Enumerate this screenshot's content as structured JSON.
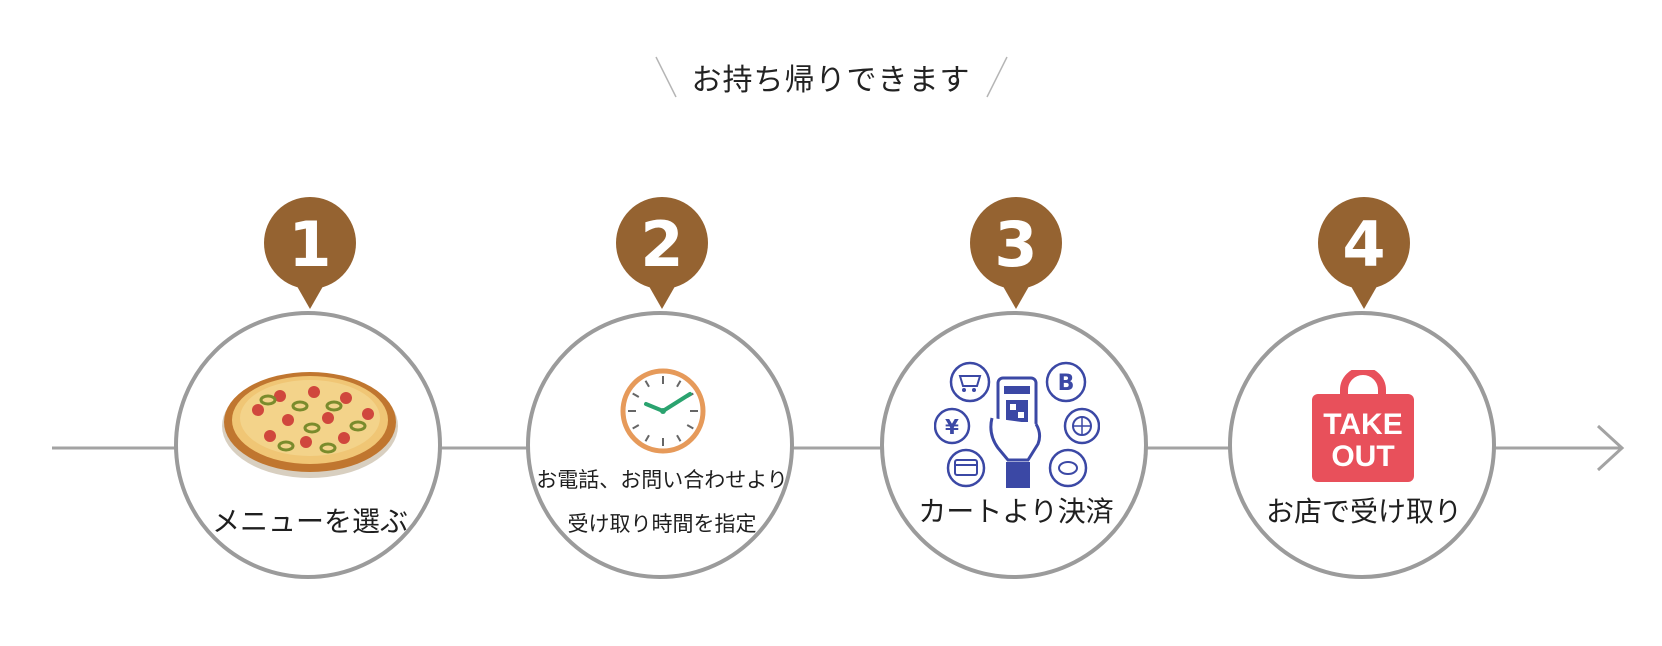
{
  "heading": {
    "text": "お持ち帰りできます"
  },
  "colors": {
    "badge": "#956331",
    "circle_border": "#9b9b9b",
    "line": "#a3a3a3",
    "takeout_bag": "#e8505b",
    "payment_blue": "#3b48a5",
    "clock_rim": "#e69a5a",
    "clock_hand": "#2aa36f"
  },
  "steps": [
    {
      "number": "1",
      "label": "メニューを選ぶ",
      "icon": "pizza-icon"
    },
    {
      "number": "2",
      "label_line1": "お電話、お問い合わせより",
      "label_line2": "受け取り時間を指定",
      "icon": "clock-icon"
    },
    {
      "number": "3",
      "label": "カートより決済",
      "icon": "mobile-payment-icon"
    },
    {
      "number": "4",
      "label": "お店で受け取り",
      "icon": "takeout-bag-icon",
      "icon_text_line1": "TAKE",
      "icon_text_line2": "OUT"
    }
  ]
}
